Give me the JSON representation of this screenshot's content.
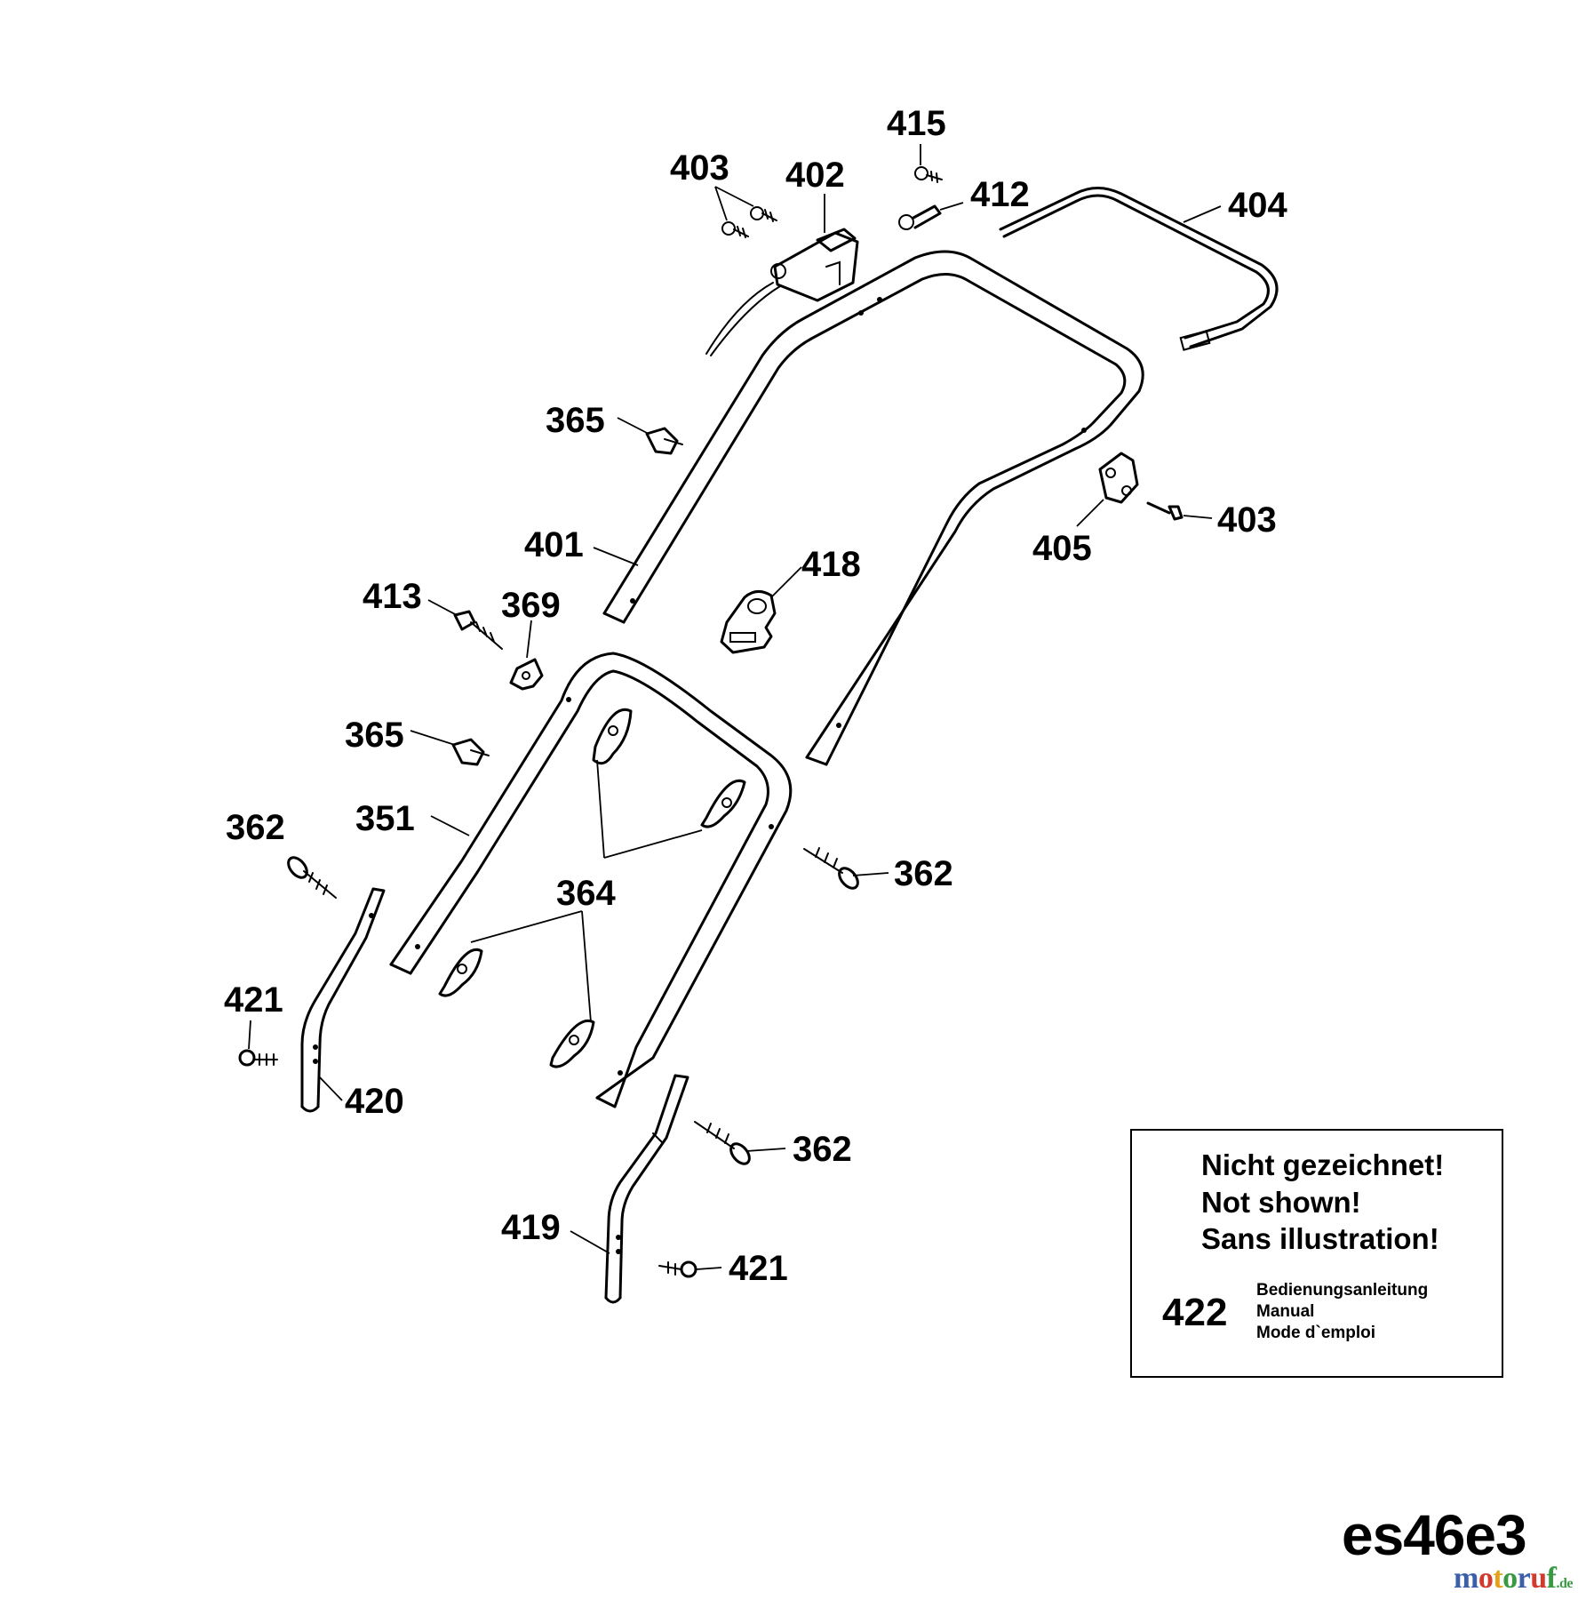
{
  "diagram": {
    "callouts": {
      "c415": "415",
      "c403a": "403",
      "c402": "402",
      "c412": "412",
      "c404": "404",
      "c365a": "365",
      "c401": "401",
      "c403b": "403",
      "c405": "405",
      "c418": "418",
      "c413": "413",
      "c369": "369",
      "c365b": "365",
      "c351": "351",
      "c362a": "362",
      "c362b": "362",
      "c364": "364",
      "c421a": "421",
      "c420": "420",
      "c362c": "362",
      "c419": "419",
      "c421b": "421"
    },
    "note": {
      "line1": "Nicht gezeichnet!",
      "line2": "Not shown!",
      "line3": "Sans illustration!",
      "part_number": "422",
      "doc1": "Bedienungsanleitung",
      "doc2": "Manual",
      "doc3": "Mode d`emploi"
    },
    "model_code": "es46e3",
    "watermark": {
      "main": "motoruf",
      "suffix": ".de",
      "colors": [
        "#3b5fa8",
        "#d23a2e",
        "#e3a21a",
        "#3a9a43",
        "#3b5fa8",
        "#d23a2e",
        "#3a9a43"
      ]
    }
  }
}
